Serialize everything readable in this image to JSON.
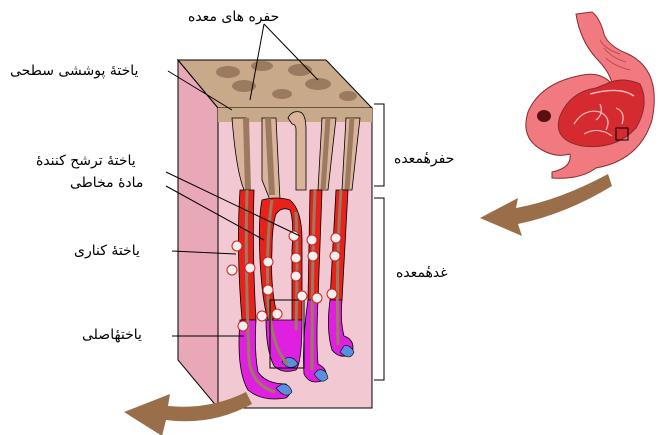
{
  "labels": {
    "gastric_pits": "حفره های معده",
    "surface_mucous_cell": "یاختهٔ پوششی سطحی",
    "mucous_neck_cell_line1": "یاختهٔ ترشح کنندهٔ",
    "mucous_neck_cell_line2": "مادهٔ مخاطی",
    "parietal_cell": "یاختهٔ کناری",
    "chief_cell": "یاختهٔاصلی",
    "pit_region": "حفرهٔمعده",
    "gland_region": "غدهٔمعده"
  },
  "icons": {
    "stomach": "stomach-illustration",
    "arrow_in": "curved-arrow-icon",
    "arrow_out": "curved-arrow-icon"
  },
  "colors": {
    "mucosa_top": "#c8a98a",
    "side_wall": "#e8a8b8",
    "pit_lining": "#d9b49a",
    "mucous_neck": "#e8221a",
    "chief": "#e020e0",
    "base_cap": "#5a8fe0",
    "lumen": "#9b7a5f",
    "arrow": "#9b6e4a",
    "stomach_outer": "#f07a80"
  }
}
